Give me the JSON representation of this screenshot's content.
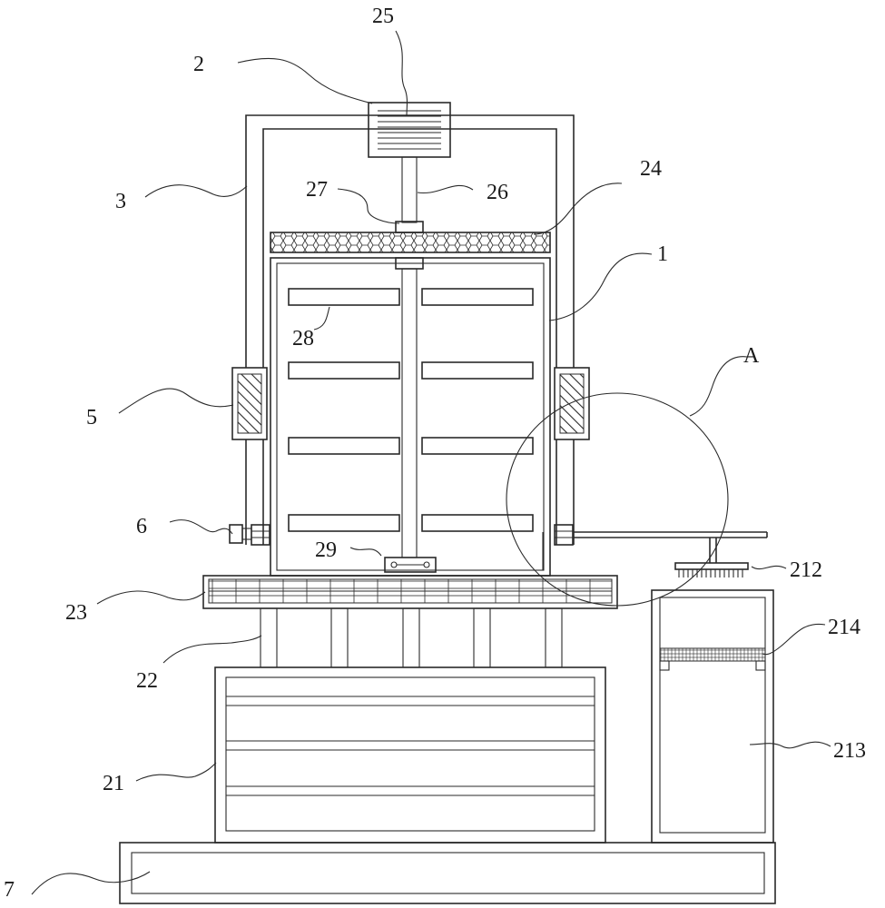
{
  "labels": {
    "l25": "25",
    "l2": "2",
    "l24": "24",
    "l27": "27",
    "l26": "26",
    "l3": "3",
    "l1": "1",
    "l28": "28",
    "lA": "A",
    "l5": "5",
    "l6": "6",
    "l29": "29",
    "l212": "212",
    "l23": "23",
    "l214": "214",
    "l22": "22",
    "l213": "213",
    "l21": "21",
    "l7": "7"
  }
}
